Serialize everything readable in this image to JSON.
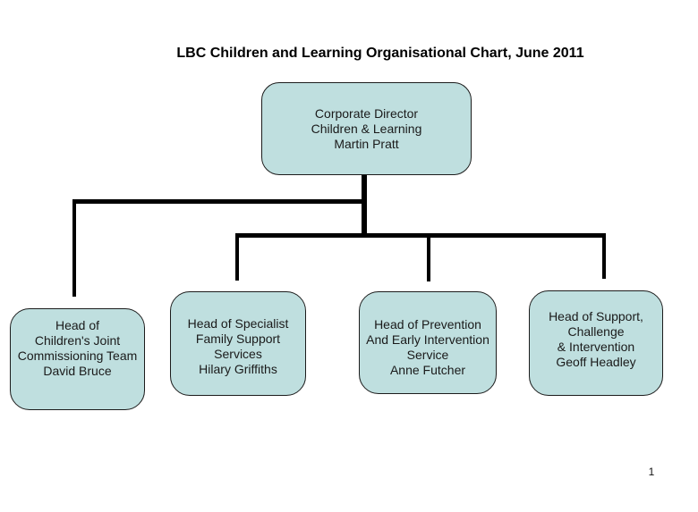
{
  "page": {
    "title": "LBC Children and Learning Organisational Chart, June 2011",
    "page_number": "1"
  },
  "colors": {
    "box_fill": "#bfdfdf",
    "box_border": "#1c1c1c",
    "connector_line": "#000000",
    "text": "#1a1a1a",
    "background": "#ffffff"
  },
  "org": {
    "boxes": [
      {
        "id": "corporate-director",
        "lines": [
          "Corporate Director",
          "Children & Learning",
          "Martin Pratt"
        ]
      },
      {
        "id": "head-childrens-joint-commissioning",
        "lines": [
          "Head of",
          "Children's Joint",
          "Commissioning Team",
          "David Bruce"
        ]
      },
      {
        "id": "head-specialist-family-support",
        "lines": [
          "Head of Specialist",
          "Family Support",
          "Services",
          "Hilary Griffiths"
        ]
      },
      {
        "id": "head-prevention-early-intervention",
        "lines": [
          "Head of Prevention",
          "And Early Intervention",
          "Service",
          "Anne Futcher"
        ]
      },
      {
        "id": "head-support-challenge-intervention",
        "lines": [
          "Head of Support,",
          "Challenge",
          "& Intervention",
          "Geoff Headley"
        ]
      }
    ]
  }
}
